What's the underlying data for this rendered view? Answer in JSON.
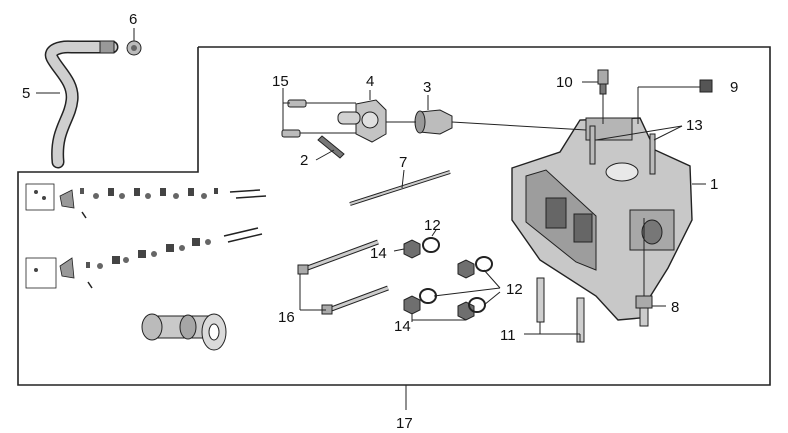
{
  "callouts": {
    "c1": "1",
    "c2": "2",
    "c3": "3",
    "c4": "4",
    "c5": "5",
    "c6": "6",
    "c7": "7",
    "c8": "8",
    "c9": "9",
    "c10": "10",
    "c11": "11",
    "c12a": "12",
    "c12b": "12",
    "c13": "13",
    "c14a": "14",
    "c14b": "14",
    "c15": "15",
    "c16": "16",
    "c17": "17"
  },
  "colors": {
    "line": "#222222",
    "part_fill": "#bdbdbd",
    "dark_fill": "#555555",
    "background": "#ffffff"
  }
}
